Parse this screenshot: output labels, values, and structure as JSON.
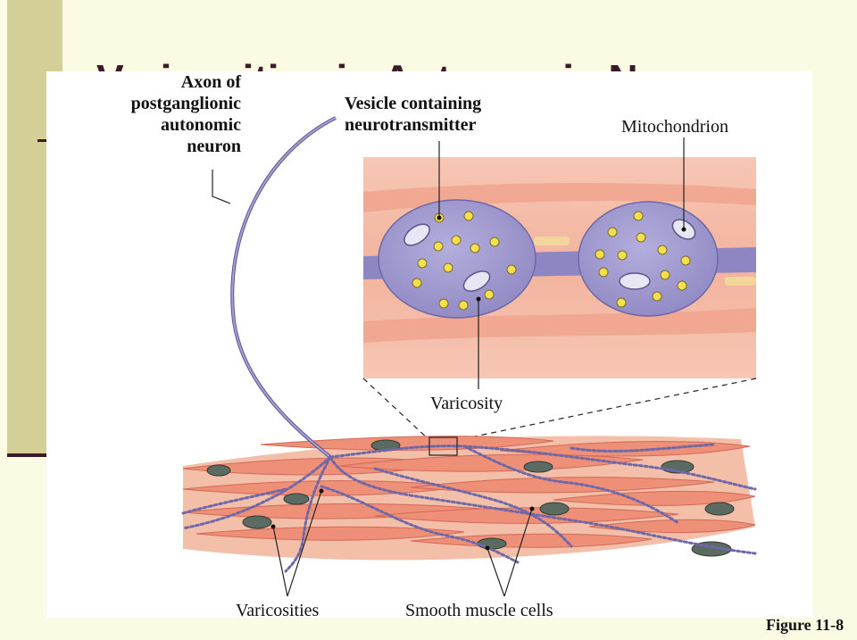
{
  "slide": {
    "title": "Varicosities in Autonomic N",
    "figure_ref": "Figure 11-8"
  },
  "labels": {
    "axon": [
      "Axon of",
      "postganglionic",
      "autonomic",
      "neuron"
    ],
    "vesicle": [
      "Vesicle containing",
      "neurotransmitter"
    ],
    "mitochondrion": "Mitochondrion",
    "varicosity": "Varicosity",
    "varicosities": "Varicosities",
    "smooth_muscle": "Smooth muscle cells"
  },
  "colors": {
    "background": "#fbfbe4",
    "sidebar": "#d3cf97",
    "title": "#3b1a2a",
    "axon": "#9a92c8",
    "muscle": "#ef9a85",
    "nucleus": "#5b6b62",
    "vesicle": "#f4e04a"
  }
}
